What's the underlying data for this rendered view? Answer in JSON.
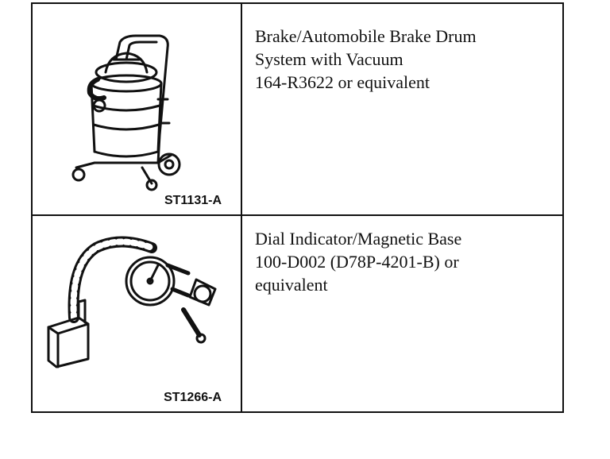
{
  "rows": [
    {
      "illustration": "vacuum-cleaner-illustration",
      "caption": "ST1131-A",
      "lines": [
        "Brake/Automobile Brake Drum",
        "System with Vacuum",
        "164-R3622 or equivalent"
      ]
    },
    {
      "illustration": "dial-indicator-magnetic-base-illustration",
      "caption": "ST1266-A",
      "lines": [
        "Dial Indicator/Magnetic Base",
        "100-D002 (D78P-4201-B) or",
        "equivalent"
      ]
    }
  ]
}
